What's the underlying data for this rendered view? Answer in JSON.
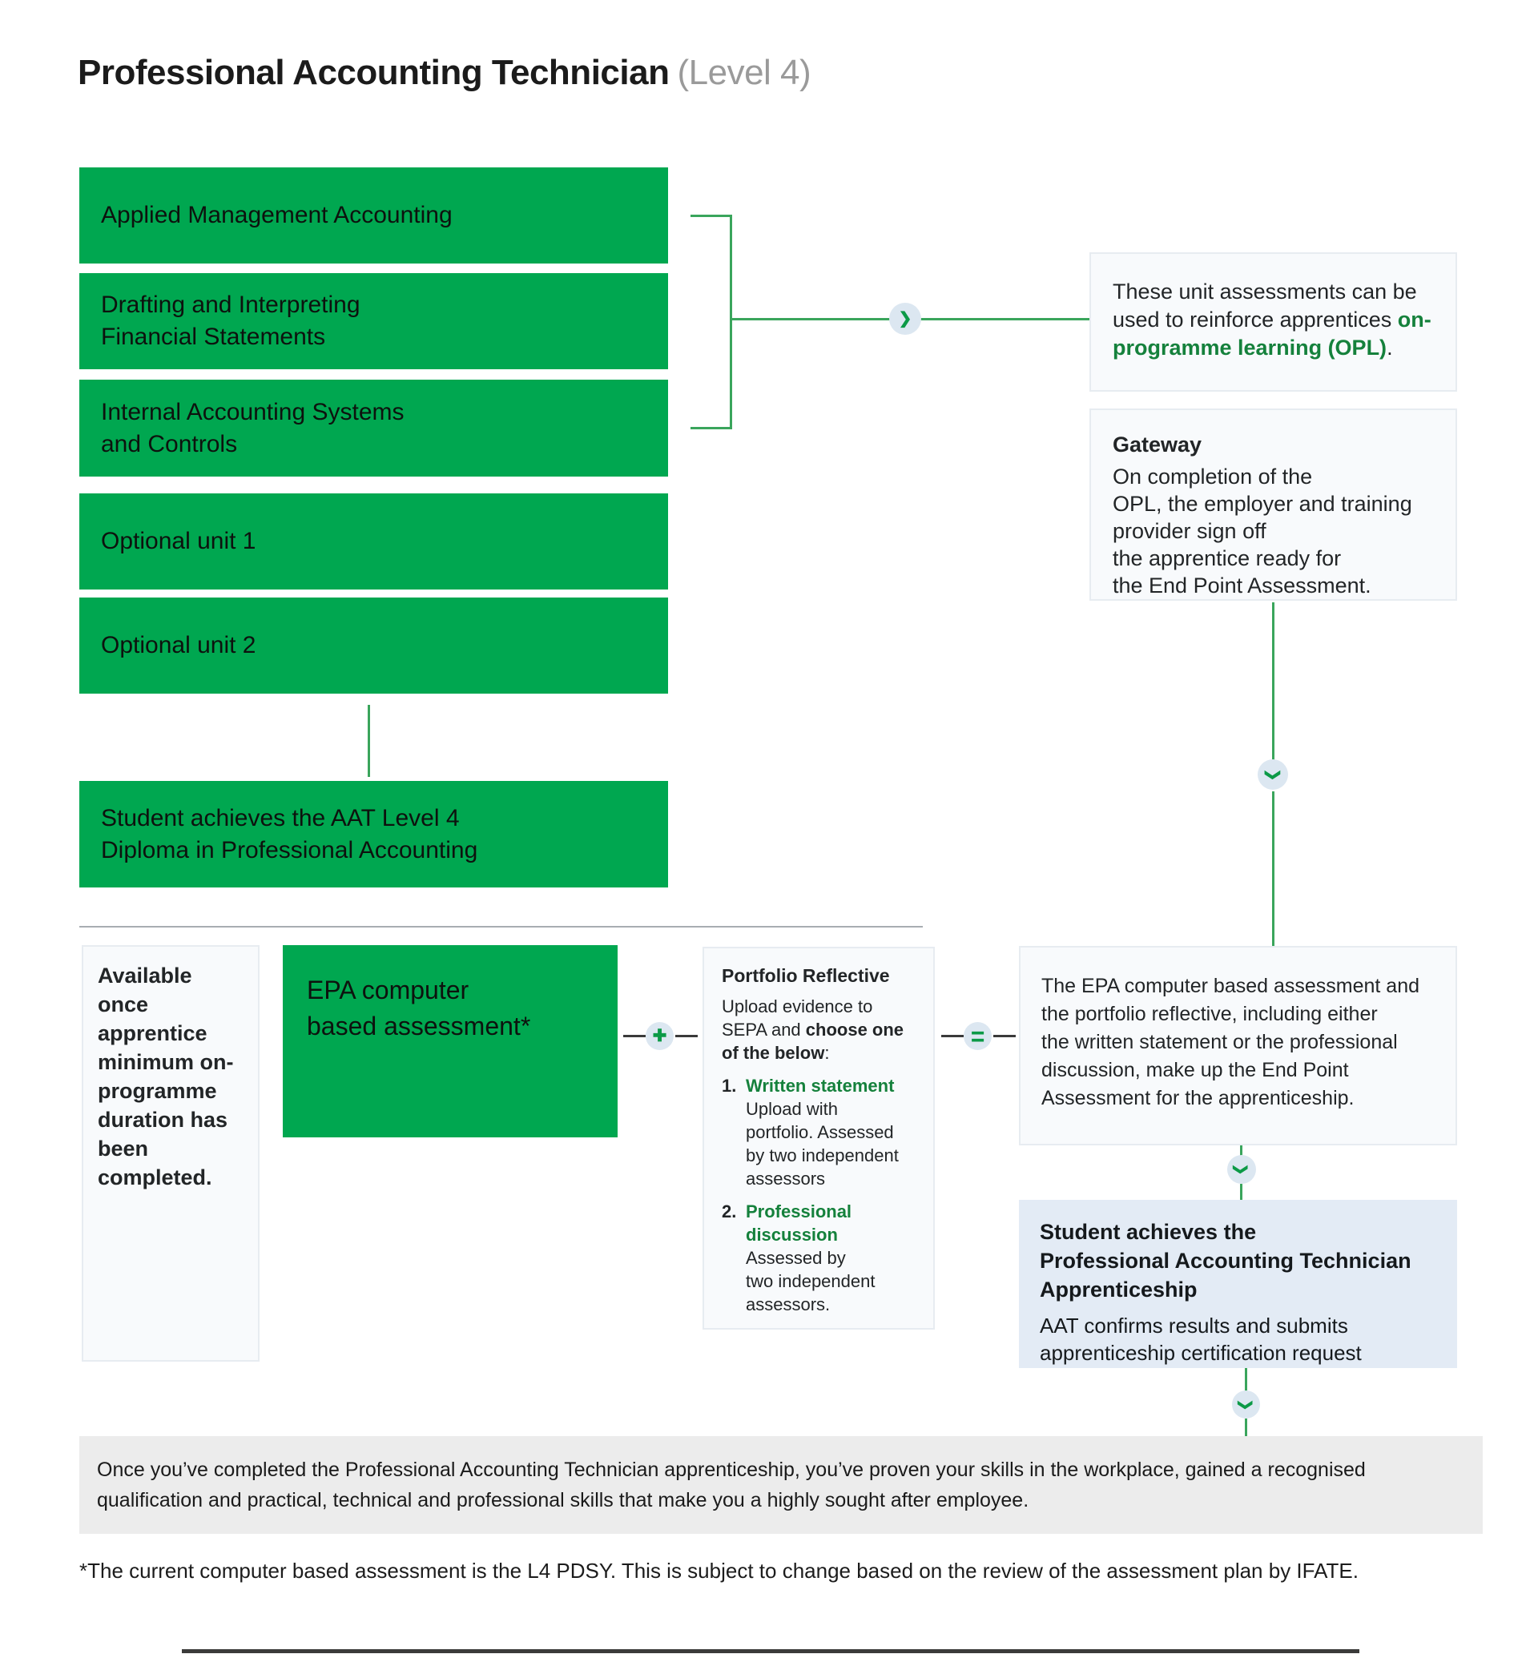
{
  "title": {
    "main": "Professional Accounting Technician",
    "level": "(Level 4)"
  },
  "unit_boxes": [
    "Applied Management Accounting",
    "Drafting and Interpreting\nFinancial Statements",
    "Internal Accounting Systems\nand Controls",
    "Optional unit 1",
    "Optional unit 2",
    "Student achieves the AAT Level 4\nDiploma in Professional Accounting"
  ],
  "opl_note": {
    "prefix": "These unit assessments can be used to reinforce apprentices ",
    "emphasis": "on-programme learning (OPL)",
    "suffix": "."
  },
  "gateway": {
    "heading": "Gateway",
    "body": "On completion of the\nOPL, the employer and training\nprovider sign off\nthe apprentice ready for\nthe End Point Assessment."
  },
  "epa_row": {
    "availability_note": "Available\nonce\napprentice\nminimum on-\nprogramme\nduration has\nbeen\ncompleted.",
    "cba_box": "EPA computer\nbased assessment*",
    "portfolio": {
      "heading": "Portfolio Reflective",
      "intro_prefix": "Upload evidence to SEPA and ",
      "intro_emphasis": "choose one of the below",
      "intro_suffix": ":",
      "items": [
        {
          "num": "1.",
          "title": "Written statement",
          "body": "Upload with\nportfolio. Assessed\nby two independent\nassessors"
        },
        {
          "num": "2.",
          "title": "Professional discussion",
          "body": "Assessed by\ntwo independent\nassessors."
        }
      ]
    },
    "epa_summary": "The EPA computer based assessment and\nthe portfolio reflective, including either\nthe written statement or the professional\ndiscussion, make up the End Point\nAssessment for the apprenticeship."
  },
  "achievement": {
    "heading": "Student achieves the\nProfessional Accounting Technician\nApprenticeship",
    "body": "AAT confirms results and submits\napprenticeship certification request"
  },
  "outcome": "Once you’ve completed the Professional Accounting Technician apprenticeship, you’ve proven your skills in the workplace, gained a recognised\nqualification and practical, technical and professional skills that make you a highly sought after employee.",
  "footnote": "*The current computer based assessment is the L4 PDSY. This is subject to change based on the review of the assessment plan by IFATE.",
  "icons": {
    "chevron": "❯",
    "plus": "✚",
    "equals": "="
  },
  "colors": {
    "green": "#00a750",
    "emphasis_green": "#15813c",
    "line_green": "#3aa55c",
    "icon_green": "#0c9a47",
    "circle_bg": "#dce7f1",
    "panel_bg": "#f8fafc",
    "panel_border": "#e7ecf1",
    "achievement_bg": "#e3ebf5",
    "outcome_bg": "#ececec",
    "dash": "#3a3a3a",
    "title_gray": "#9a9a9a",
    "footer_line": "#3b3b3a"
  }
}
